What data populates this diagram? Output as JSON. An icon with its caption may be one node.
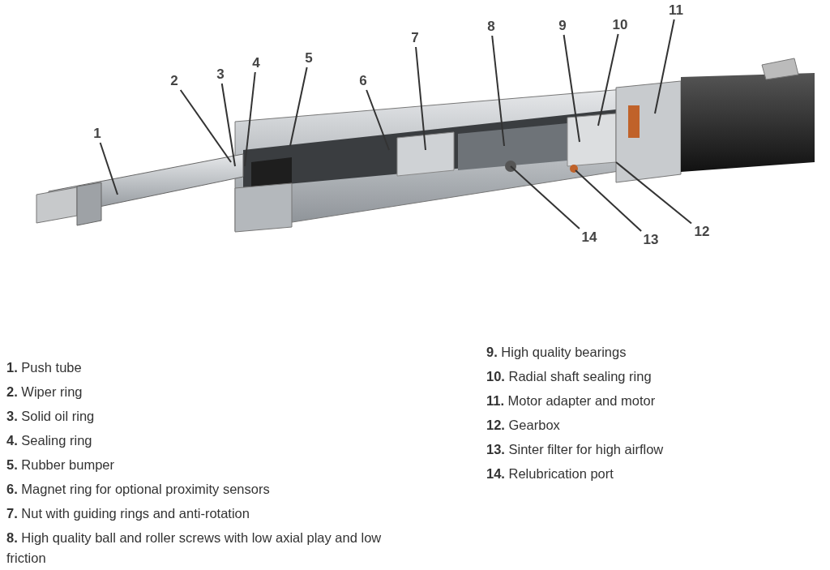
{
  "diagram": {
    "nodes": [
      {
        "text": [
          "1"
        ]
      },
      {
        "text": [
          "2"
        ]
      },
      {
        "text": [
          "3"
        ]
      },
      {
        "text": [
          "4"
        ]
      },
      {
        "text": [
          "5"
        ]
      },
      {
        "text": [
          "6"
        ]
      },
      {
        "text": [
          "7"
        ]
      },
      {
        "text": [
          "8"
        ]
      },
      {
        "text": [
          "9"
        ]
      },
      {
        "text": [
          "10"
        ]
      },
      {
        "text": [
          "11"
        ]
      },
      {
        "text": [
          "12"
        ]
      },
      {
        "text": [
          "13"
        ]
      },
      {
        "text": [
          "14"
        ]
      }
    ],
    "edges": [
      {
        "from": 0,
        "to": null,
        "arrow": "none"
      },
      {
        "from": 1,
        "to": null,
        "arrow": "none"
      },
      {
        "from": 2,
        "to": null,
        "arrow": "none"
      },
      {
        "from": 3,
        "to": null,
        "arrow": "none"
      },
      {
        "from": 4,
        "to": null,
        "arrow": "none"
      },
      {
        "from": 5,
        "to": null,
        "arrow": "none"
      },
      {
        "from": 6,
        "to": null,
        "arrow": "none"
      },
      {
        "from": 7,
        "to": null,
        "arrow": "none"
      },
      {
        "from": 8,
        "to": null,
        "arrow": "none"
      },
      {
        "from": 9,
        "to": null,
        "arrow": "none"
      },
      {
        "from": 10,
        "to": null,
        "arrow": "none"
      },
      {
        "from": 11,
        "to": null,
        "arrow": "none"
      },
      {
        "from": 12,
        "to": null,
        "arrow": "none"
      },
      {
        "from": 13,
        "to": null,
        "arrow": "none"
      }
    ],
    "labels": [
      "**1.** Push tube",
      "**2.** Wiper ring",
      "**3.** Solid oil ring",
      "**4.** Sealing ring",
      "**5.** Rubber bumper",
      "**6.** Magnet ring for optional proximity sensors",
      "**7.** Nut with guiding rings and anti-rotation",
      "**8.** High quality ball and roller screws with low axial play and low friction",
      "**9.** High quality bearings",
      "**10.** Radial shaft sealing ring",
      "**11.** Motor adapter and motor",
      "**12.** Gearbox",
      "**13.** Sinter filter for high airflow",
      "**14.** Relubrication port"
    ]
  }
}
